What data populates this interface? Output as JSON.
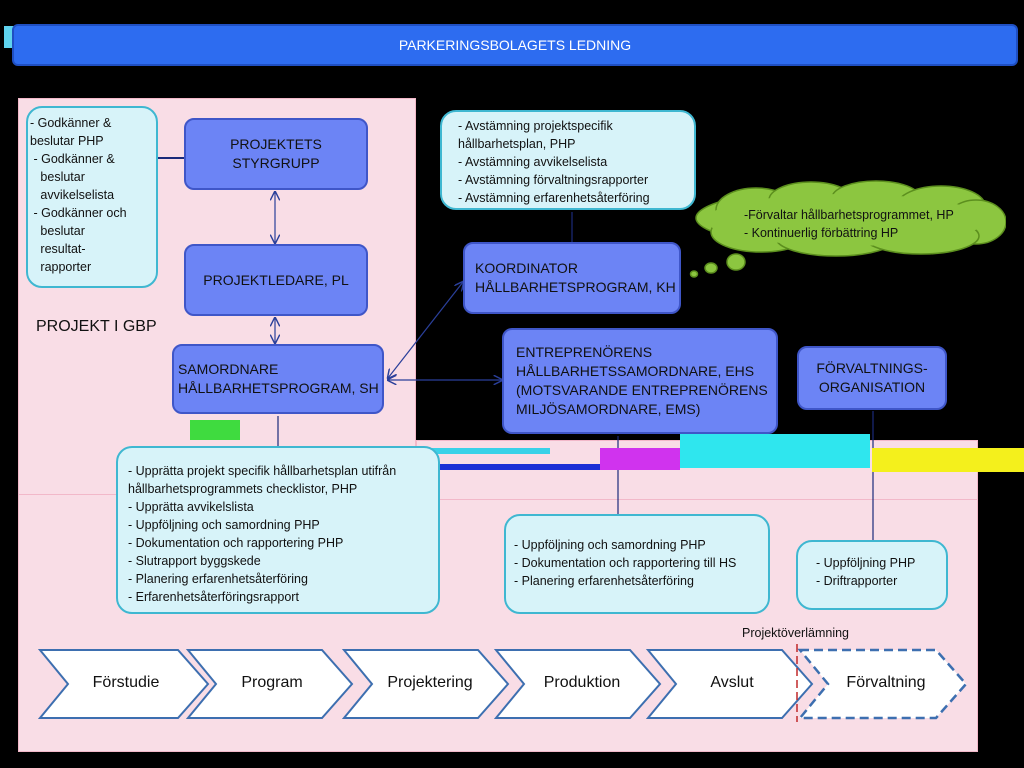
{
  "header": {
    "title": "PARKERINGSBOLAGETS LEDNING"
  },
  "project_area_label": "PROJEKT I GBP",
  "governance_note": [
    "- Godkänner &",
    "beslutar PHP",
    " - Godkänner &",
    "   beslutar",
    "   avvikelselista",
    " - Godkänner och",
    "   beslutar",
    "   resultat-",
    "   rapporter"
  ],
  "boxes": {
    "styrgrupp": [
      "PROJEKTETS",
      "STYRGRUPP"
    ],
    "projektledare": "PROJEKTLEDARE, PL",
    "samordnare": [
      "SAMORDNARE",
      "HÅLLBARHETSPROGRAM, SH"
    ],
    "koordinator": [
      "KOORDINATOR",
      "HÅLLBARHETSPROGRAM, KH"
    ],
    "entreprenor": [
      "ENTREPRENÖRENS",
      "HÅLLBARHETSSAMORDNARE, EHS",
      "(MOTSVARANDE ENTREPRENÖRENS",
      "MILJÖSAMORDNARE, EMS)"
    ],
    "forvaltning": [
      "FÖRVALTNINGS-",
      "ORGANISATION"
    ]
  },
  "notes": {
    "koordinator_tasks": [
      "- Avstämning projektspecifik",
      "hållbarhetsplan, PHP",
      "- Avstämning avvikelselista",
      "- Avstämning förvaltningsrapporter",
      "- Avstämning erfarenhetsåterföring"
    ],
    "cloud": [
      "-Förvaltar hållbarhetsprogrammet, HP",
      "- Kontinuerlig förbättring HP"
    ],
    "sh_tasks": [
      "- Upprätta projekt specifik hållbarhetsplan utifrån",
      "hållbarhetsprogrammets checklistor, PHP",
      "- Upprätta avvikelslista",
      "- Uppföljning och samordning PHP",
      "- Dokumentation och rapportering PHP",
      "- Slutrapport byggskede",
      "- Planering erfarenhetsåterföring",
      "- Erfarenhetsåterföringsrapport"
    ],
    "ehs_tasks": [
      "- Uppföljning och samordning PHP",
      "- Dokumentation och rapportering till HS",
      "- Planering erfarenhetsåterföring"
    ],
    "forvaltning_tasks": [
      "- Uppföljning PHP",
      "- Driftrapporter"
    ]
  },
  "handover_label": "Projektöverlämning",
  "phases": [
    "Förstudie",
    "Program",
    "Projektering",
    "Produktion",
    "Avslut",
    "Förvaltning"
  ],
  "colors": {
    "header_blue": "#2d6cf0",
    "role_box": "#6c84f5",
    "note_fill": "#d7f3f9",
    "note_border": "#3fb7d1",
    "cloud_fill": "#8cc640",
    "pink_area": "#f9dde6",
    "phase_arrow_border": "#3d6fb0",
    "handover_line": "#c0282a"
  }
}
